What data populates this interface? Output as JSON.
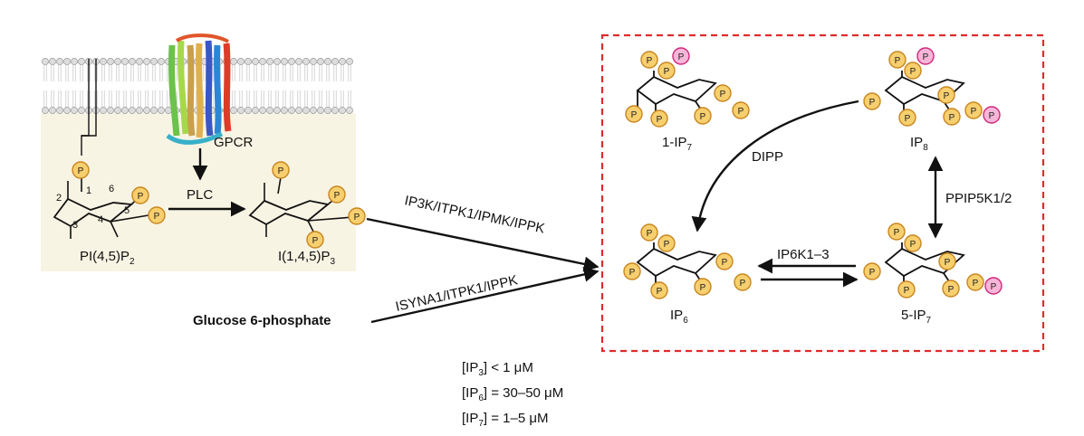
{
  "colors": {
    "phosphate_fill": "#f7cf6f",
    "phosphate_stroke": "#c8861e",
    "pyrophosphate_fill": "#f7b6d8",
    "pyrophosphate_stroke": "#d0287a",
    "cytosol": "#f8f4e3",
    "box_border": "#e12b2b"
  },
  "phosphate_letter": "P",
  "membrane": {
    "receptor_label": "GPCR"
  },
  "molecules": {
    "pip2": {
      "name": "PI(4,5)P",
      "sub": "2",
      "carbons": [
        "1",
        "2",
        "3",
        "4",
        "5",
        "6"
      ]
    },
    "ip3": {
      "name": "I(1,4,5)P",
      "sub": "3"
    },
    "ip6": {
      "name": "IP",
      "sub": "6"
    },
    "ip7_1": {
      "name": "1-IP",
      "sub": "7"
    },
    "ip8": {
      "name": "IP",
      "sub": "8"
    },
    "ip7_5": {
      "name": "5-IP",
      "sub": "7"
    },
    "glucose": {
      "name": "Glucose 6-phosphate"
    }
  },
  "enzymes": {
    "plc": "PLC",
    "ip3_kinases": "IP3K/ITPK1/IPMK/IPPK",
    "glucose_path": "ISYNA1/ITPK1/IPPK",
    "dipp": "DIPP",
    "ppip5k": "PPIP5K1/2",
    "ip6k": "IP6K1–3"
  },
  "concentrations": [
    {
      "prefix": "[IP",
      "sub": "3",
      "suffix": "] < 1 μM"
    },
    {
      "prefix": "[IP",
      "sub": "6",
      "suffix": "] = 30–50 μM"
    },
    {
      "prefix": "[IP",
      "sub": "7",
      "suffix": "] = 1–5 μM"
    }
  ]
}
